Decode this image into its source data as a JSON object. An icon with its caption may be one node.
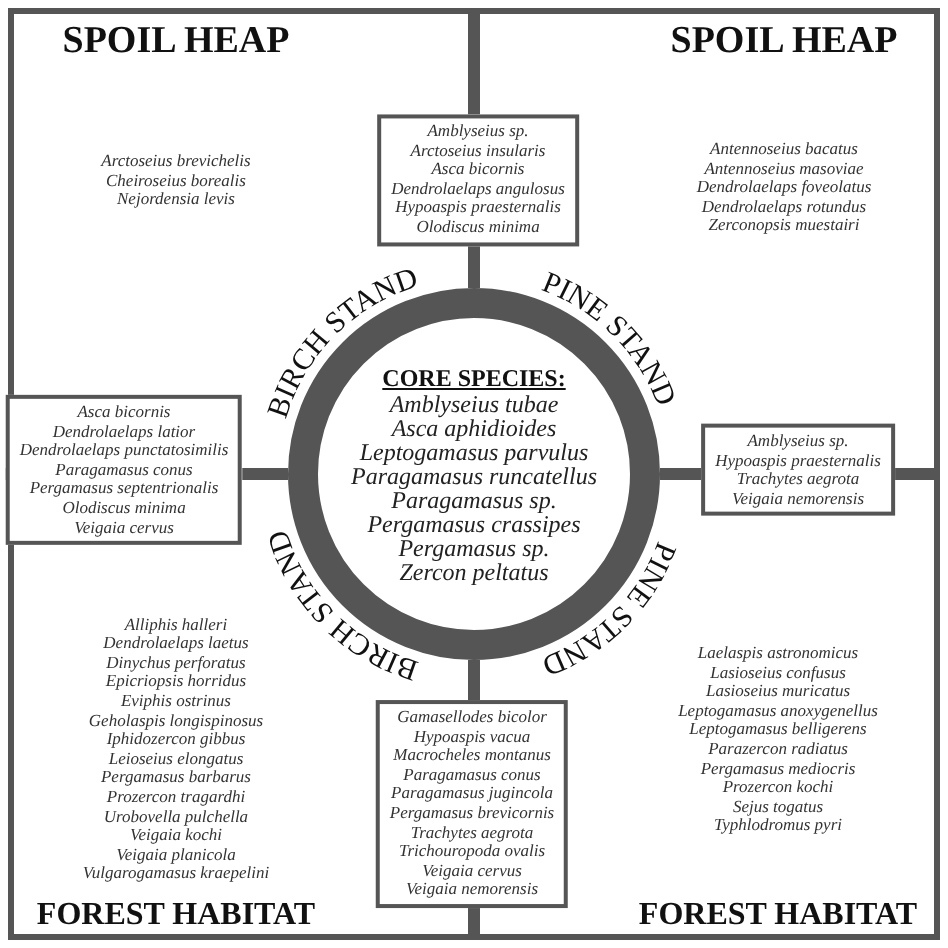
{
  "diagram": {
    "nodes": [
      {
        "text": [
          "SPOIL HEAP",
          "Arctoseius brevichelis",
          "Cheiroseius borealis",
          "Nejordensia levis"
        ]
      },
      {
        "text": [
          "Amblyseius sp.",
          "Arctoseius insularis",
          "Asca bicornis",
          "Dendrolaelaps angulosus",
          "Hypoaspis praesternalis",
          "Olodiscus minima"
        ]
      },
      {
        "text": [
          "SPOIL HEAP",
          "Antennoseius bacatus",
          "Antennoseius masoviae",
          "Dendrolaelaps foveolatus",
          "Dendrolaelaps rotundus",
          "Zerconopsis muestairi"
        ]
      },
      {
        "text": [
          "Asca bicornis",
          "Dendrolaelaps latior",
          "Dendrolaelaps punctatosimilis",
          "Paragamasus conus",
          "Pergamasus septentrionalis",
          "Olodiscus minima",
          "Veigaia cervus"
        ]
      },
      {
        "text": [
          "CORE SPECIES:",
          "Amblyseius tubae",
          "Asca aphidioides",
          "Leptogamasus parvulus",
          "Paragamasus runcatellus",
          "Paragamasus sp.",
          "Pergamasus crassipes",
          "Pergamasus sp.",
          "Zercon peltatus"
        ]
      },
      {
        "text": [
          "Amblyseius sp.",
          "Hypoaspis praesternalis",
          "Trachytes aegrota",
          "Veigaia nemorensis"
        ]
      },
      {
        "text": [
          "Alliphis halleri",
          "Dendrolaelaps laetus",
          "Dinychus perforatus",
          "Epicriopsis horridus",
          "Eviphis ostrinus",
          "Geholaspis longispinosus",
          "Iphidozercon gibbus",
          "Leioseius elongatus",
          "Pergamasus barbarus",
          "Prozercon tragardhi",
          "Urobovella pulchella",
          "Veigaia kochi",
          "Veigaia planicola",
          "Vulgarogamasus kraepelini",
          "FOREST HABITAT"
        ]
      },
      {
        "text": [
          "Gamasellodes bicolor",
          "Hypoaspis vacua",
          "Macrocheles montanus",
          "Paragamasus conus",
          "Paragamasus jugincola",
          "Pergamasus brevicornis",
          "Trachytes aegrota",
          "Trichouropoda ovalis",
          "Veigaia cervus",
          "Veigaia nemorensis"
        ]
      },
      {
        "text": [
          "Laelaspis astronomicus",
          "Lasioseius confusus",
          "Lasioseius muricatus",
          "Leptogamasus anoxygenellus",
          "Leptogamasus belligerens",
          "Parazercon radiatus",
          "Pergamasus mediocris",
          "Prozercon kochi",
          "Sejus togatus",
          "Typhlodromus pyri",
          "FOREST HABITAT"
        ]
      }
    ],
    "edges": [
      {
        "from": 4,
        "to": 1,
        "arrow": "none"
      },
      {
        "from": 4,
        "to": 3,
        "arrow": "none"
      },
      {
        "from": 4,
        "to": 5,
        "arrow": "none"
      },
      {
        "from": 4,
        "to": 7,
        "arrow": "none"
      }
    ],
    "labels": [
      "BIRCH STAND",
      "PINE STAND",
      "PINE STAND",
      "BIRCH STAND"
    ]
  }
}
